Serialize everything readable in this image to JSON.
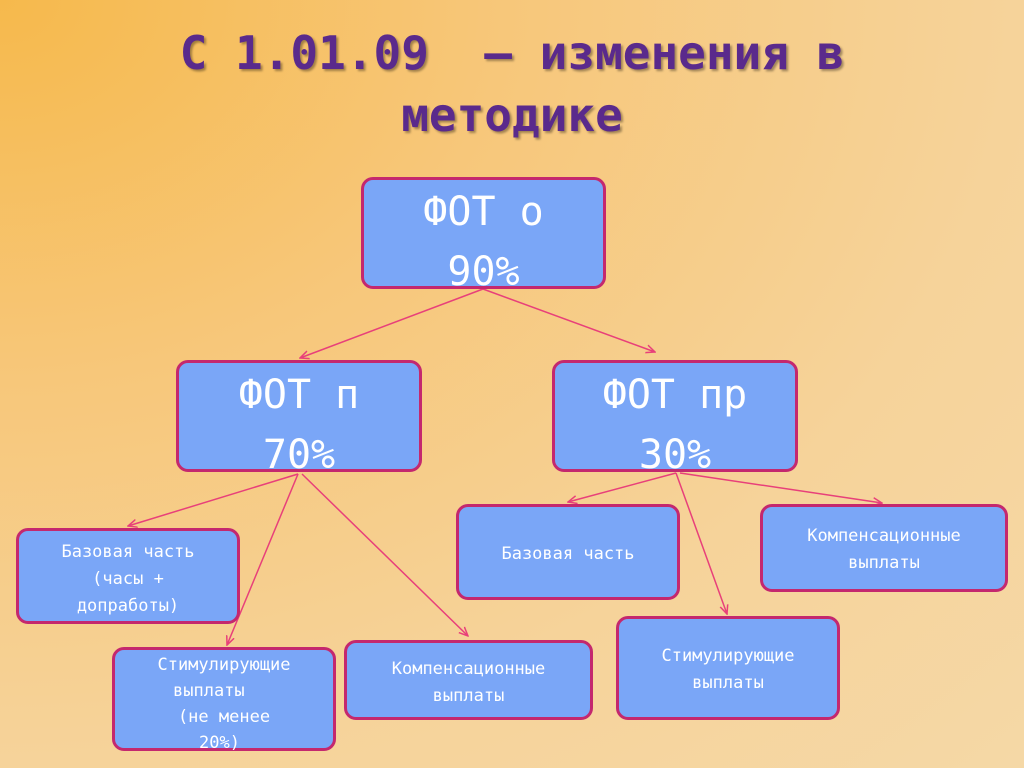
{
  "title": {
    "line1": "С 1.01.09  – изменения в",
    "line2": "методике"
  },
  "nodes": {
    "fot_o": {
      "label": "ФОТ о",
      "value": "90%"
    },
    "fot_p": {
      "label": "ФОТ п",
      "value": "70%"
    },
    "fot_pr": {
      "label": "ФОТ пр",
      "value": "30%"
    },
    "base_p": {
      "line1": "Базовая часть",
      "line2": "(часы +",
      "line3": "допработы)"
    },
    "stim_p": {
      "line1": "Стимулирующие",
      "line2": "выплаты",
      "line3": "(не менее",
      "line4": "20%)"
    },
    "comp_p": {
      "line1": "Компенсационные",
      "line2": "выплаты"
    },
    "base_pr": {
      "line1": "Базовая часть"
    },
    "stim_pr": {
      "line1": "Стимулирующие",
      "line2": "выплаты"
    },
    "comp_pr": {
      "line1": "Компенсационные",
      "line2": "выплаты"
    }
  },
  "colors": {
    "box_fill": "#7aa6f7",
    "box_border": "#c4286e",
    "title_text": "#5a2a8c",
    "connector": "#e8407a"
  }
}
